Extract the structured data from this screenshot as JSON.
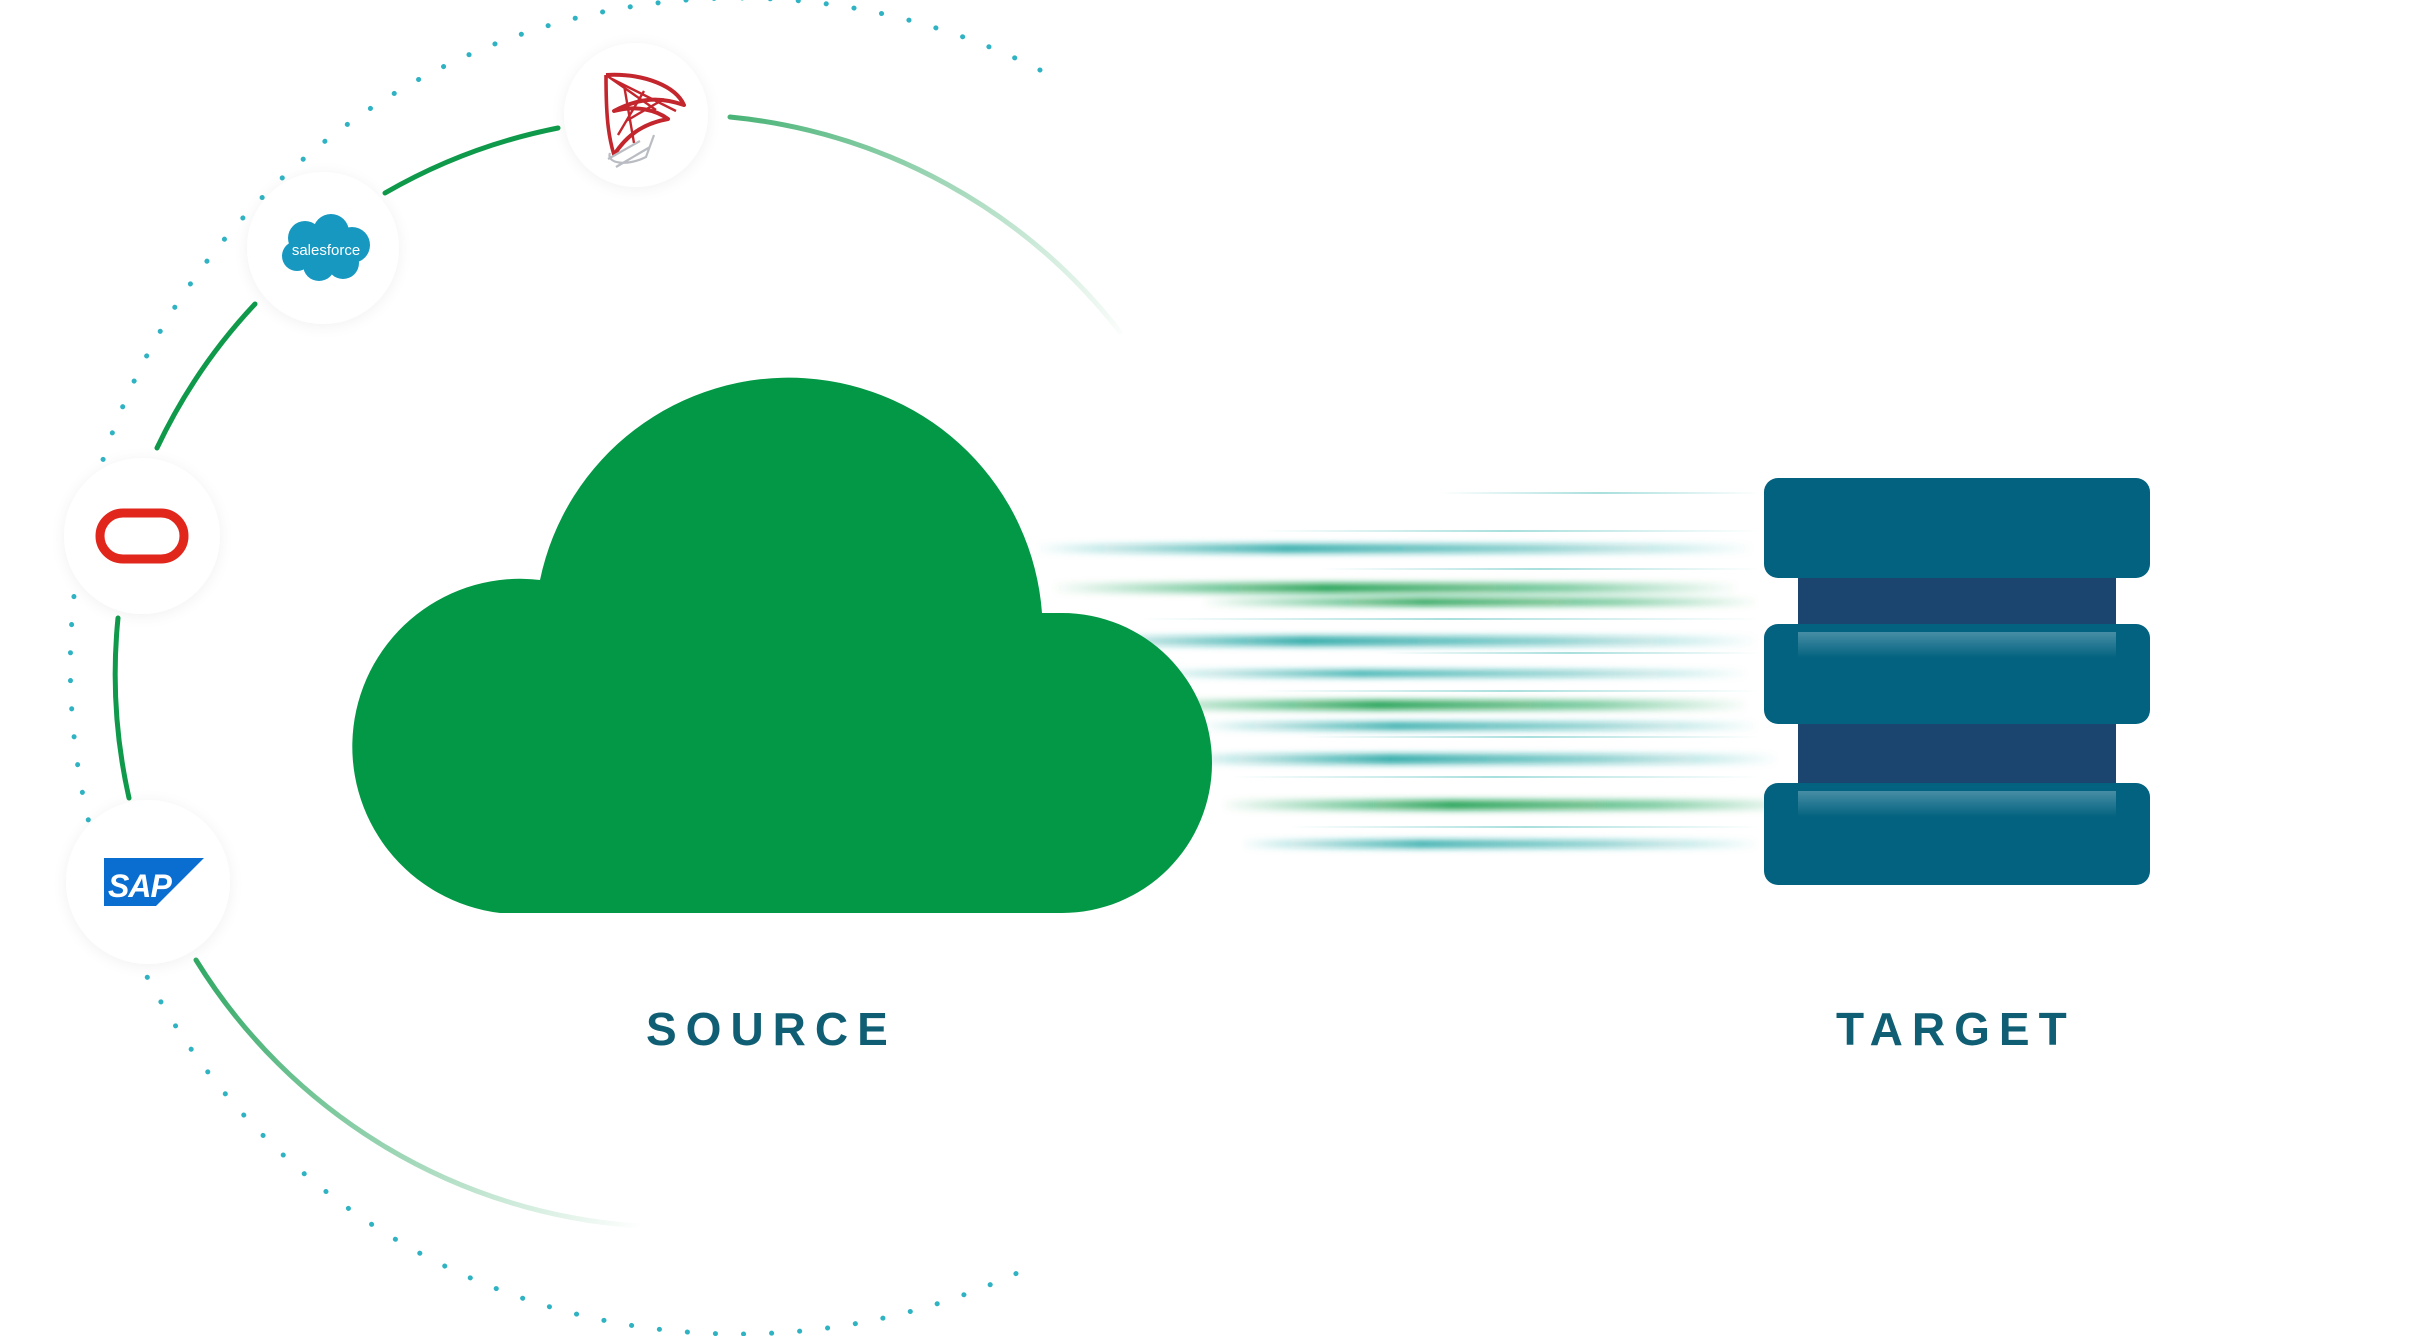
{
  "diagram": {
    "source_label": "SOURCE",
    "target_label": "TARGET"
  },
  "source_logos": [
    {
      "name": "salesforce",
      "text": "salesforce",
      "icon": "salesforce-cloud-icon",
      "color": "#1798c1"
    },
    {
      "name": "sql-server",
      "icon": "sql-server-icon",
      "color": "#c4262e"
    },
    {
      "name": "oracle",
      "icon": "oracle-ring-icon",
      "color": "#e1261c"
    },
    {
      "name": "sap",
      "text": "SAP",
      "icon": "sap-logo-icon",
      "color": "#0a6ed1"
    }
  ],
  "colors": {
    "cloud_green": "#029845",
    "ring_green": "#0e9a4a",
    "dotted_teal": "#2fb3c3",
    "label_teal": "#0f5e73",
    "db_primary": "#02627f",
    "db_core": "#1b456e"
  },
  "icons": {
    "source": "cloud-icon",
    "target": "database-icon"
  }
}
